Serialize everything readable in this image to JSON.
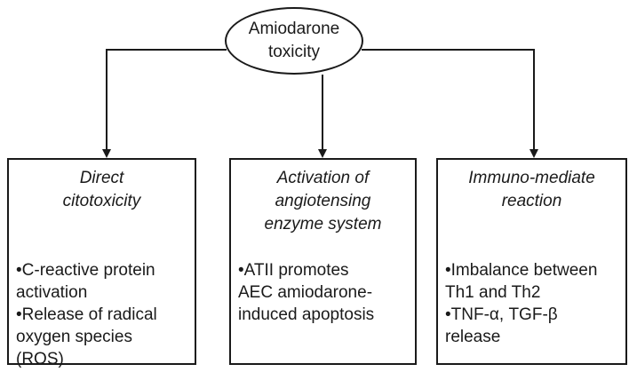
{
  "root": {
    "lines": [
      "Amiodarone",
      "toxicity"
    ]
  },
  "branches": [
    {
      "title_lines": [
        "Direct",
        "citotoxicity"
      ],
      "items": [
        [
          "•C-reactive protein",
          "activation"
        ],
        [
          "•Release of radical",
          "oxygen species",
          "(ROS)"
        ]
      ]
    },
    {
      "title_lines": [
        "Activation of",
        "angiotensing",
        "enzyme system"
      ],
      "items": [
        [
          "•ATII promotes",
          "AEC amiodarone-",
          "induced apoptosis"
        ]
      ]
    },
    {
      "title_lines": [
        "Immuno-mediate",
        "reaction"
      ],
      "items": [
        [
          "•Imbalance between",
          "Th1 and Th2"
        ],
        [
          "•TNF-α, TGF-β",
          "release"
        ]
      ]
    }
  ]
}
